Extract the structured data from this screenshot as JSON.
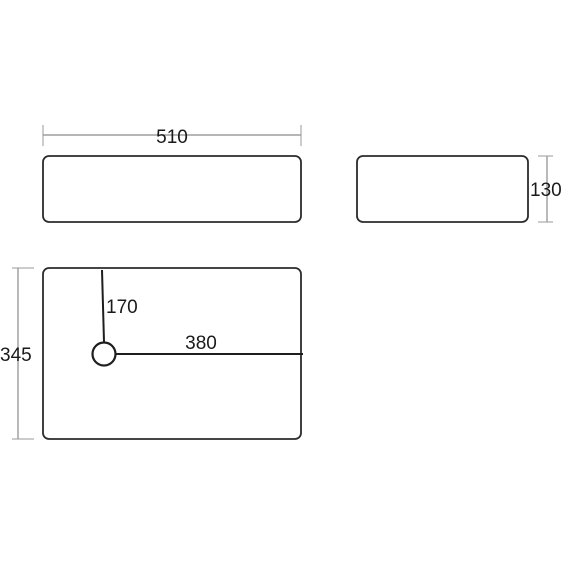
{
  "dimensions": {
    "width": "510",
    "height": "130",
    "depth": "345",
    "drain_offset_from_back": "170",
    "drain_offset_from_right": "380"
  },
  "colors": {
    "outline": "#2b2b2b",
    "dimension_line": "#8a8a8a",
    "text": "#1a1a1a"
  }
}
